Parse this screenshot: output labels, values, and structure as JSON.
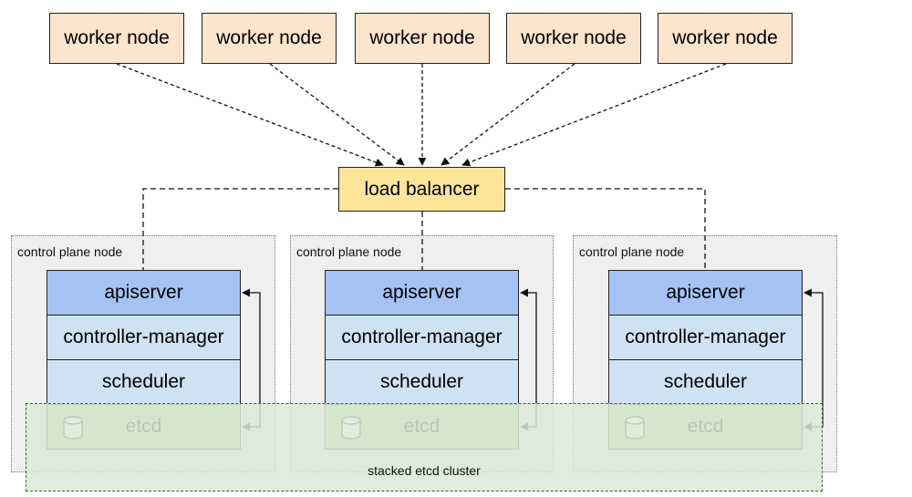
{
  "workers": [
    {
      "label": "worker node"
    },
    {
      "label": "worker node"
    },
    {
      "label": "worker node"
    },
    {
      "label": "worker node"
    },
    {
      "label": "worker node"
    }
  ],
  "load_balancer": {
    "label": "load balancer"
  },
  "control_planes": [
    {
      "label": "control plane node",
      "apiserver": "apiserver",
      "controller_manager": "controller-manager",
      "scheduler": "scheduler",
      "etcd": "etcd"
    },
    {
      "label": "control plane node",
      "apiserver": "apiserver",
      "controller_manager": "controller-manager",
      "scheduler": "scheduler",
      "etcd": "etcd"
    },
    {
      "label": "control plane node",
      "apiserver": "apiserver",
      "controller_manager": "controller-manager",
      "scheduler": "scheduler",
      "etcd": "etcd"
    }
  ],
  "etcd_cluster": {
    "label": "stacked etcd cluster"
  },
  "colors": {
    "worker": "#fce5cd",
    "load_balancer": "#ffe599",
    "apiserver": "#a4c2f4",
    "control_component": "#cfe2f3",
    "etcd": "#b6d7a8",
    "etcd_cluster": "#d9ead3",
    "control_plane_region": "#efefef"
  }
}
